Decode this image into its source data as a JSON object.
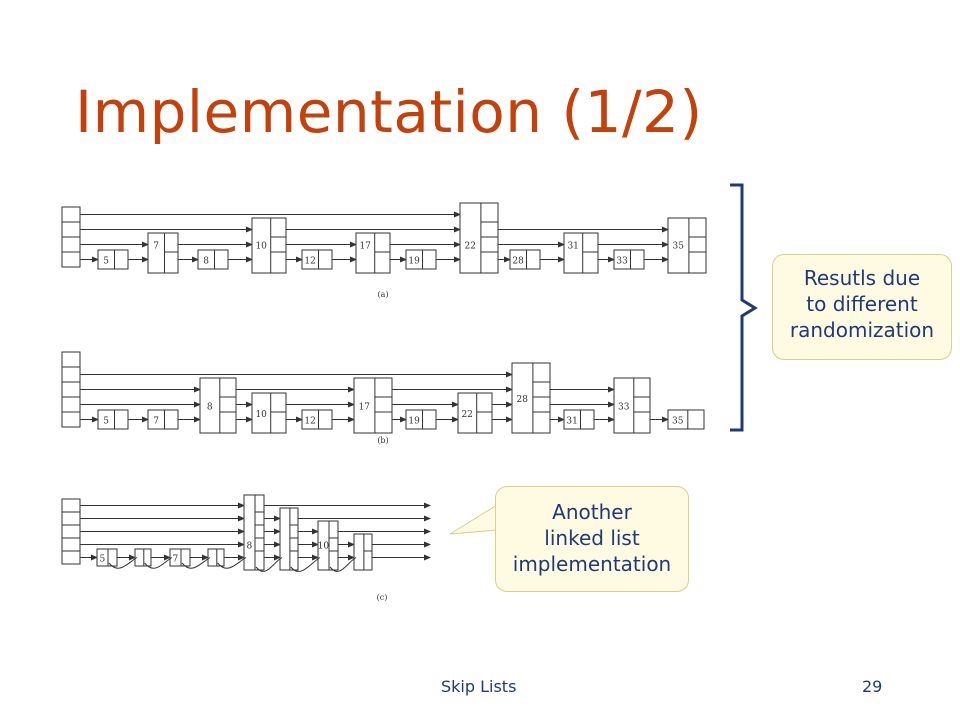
{
  "slide": {
    "title": "Implementation (1/2)",
    "callout_right": {
      "lines": [
        "Resutls due",
        "to different",
        "randomization"
      ]
    },
    "callout_bottom": {
      "lines": [
        "Another",
        "linked list",
        "implementation"
      ]
    },
    "footer_left": "Skip Lists",
    "page_number": "29"
  },
  "diagram": {
    "panels": [
      {
        "caption": "(a)",
        "head_levels": 4,
        "nodes": [
          {
            "key": "5",
            "levels": 1
          },
          {
            "key": "7",
            "levels": 2
          },
          {
            "key": "8",
            "levels": 1
          },
          {
            "key": "10",
            "levels": 3
          },
          {
            "key": "12",
            "levels": 1
          },
          {
            "key": "17",
            "levels": 2
          },
          {
            "key": "19",
            "levels": 1
          },
          {
            "key": "22",
            "levels": 4
          },
          {
            "key": "28",
            "levels": 1
          },
          {
            "key": "31",
            "levels": 2
          },
          {
            "key": "33",
            "levels": 1
          },
          {
            "key": "35",
            "levels": 3
          }
        ]
      },
      {
        "caption": "(b)",
        "head_levels": 5,
        "nodes": [
          {
            "key": "5",
            "levels": 1
          },
          {
            "key": "7",
            "levels": 1
          },
          {
            "key": "8",
            "levels": 3
          },
          {
            "key": "10",
            "levels": 2
          },
          {
            "key": "12",
            "levels": 1
          },
          {
            "key": "17",
            "levels": 3
          },
          {
            "key": "19",
            "levels": 1
          },
          {
            "key": "22",
            "levels": 2
          },
          {
            "key": "28",
            "levels": 4
          },
          {
            "key": "31",
            "levels": 1
          },
          {
            "key": "33",
            "levels": 3
          },
          {
            "key": "35",
            "levels": 1
          }
        ]
      },
      {
        "caption": "(c)",
        "head_levels": 5,
        "nodes": [
          {
            "key": "5",
            "levels": 1
          },
          {
            "key": "",
            "levels": 1
          },
          {
            "key": "7",
            "levels": 1
          },
          {
            "key": "",
            "levels": 1
          },
          {
            "key": "8",
            "levels": 5
          },
          {
            "key": "",
            "levels": 4
          },
          {
            "key": "10",
            "levels": 3
          },
          {
            "key": "",
            "levels": 2
          }
        ]
      }
    ]
  }
}
